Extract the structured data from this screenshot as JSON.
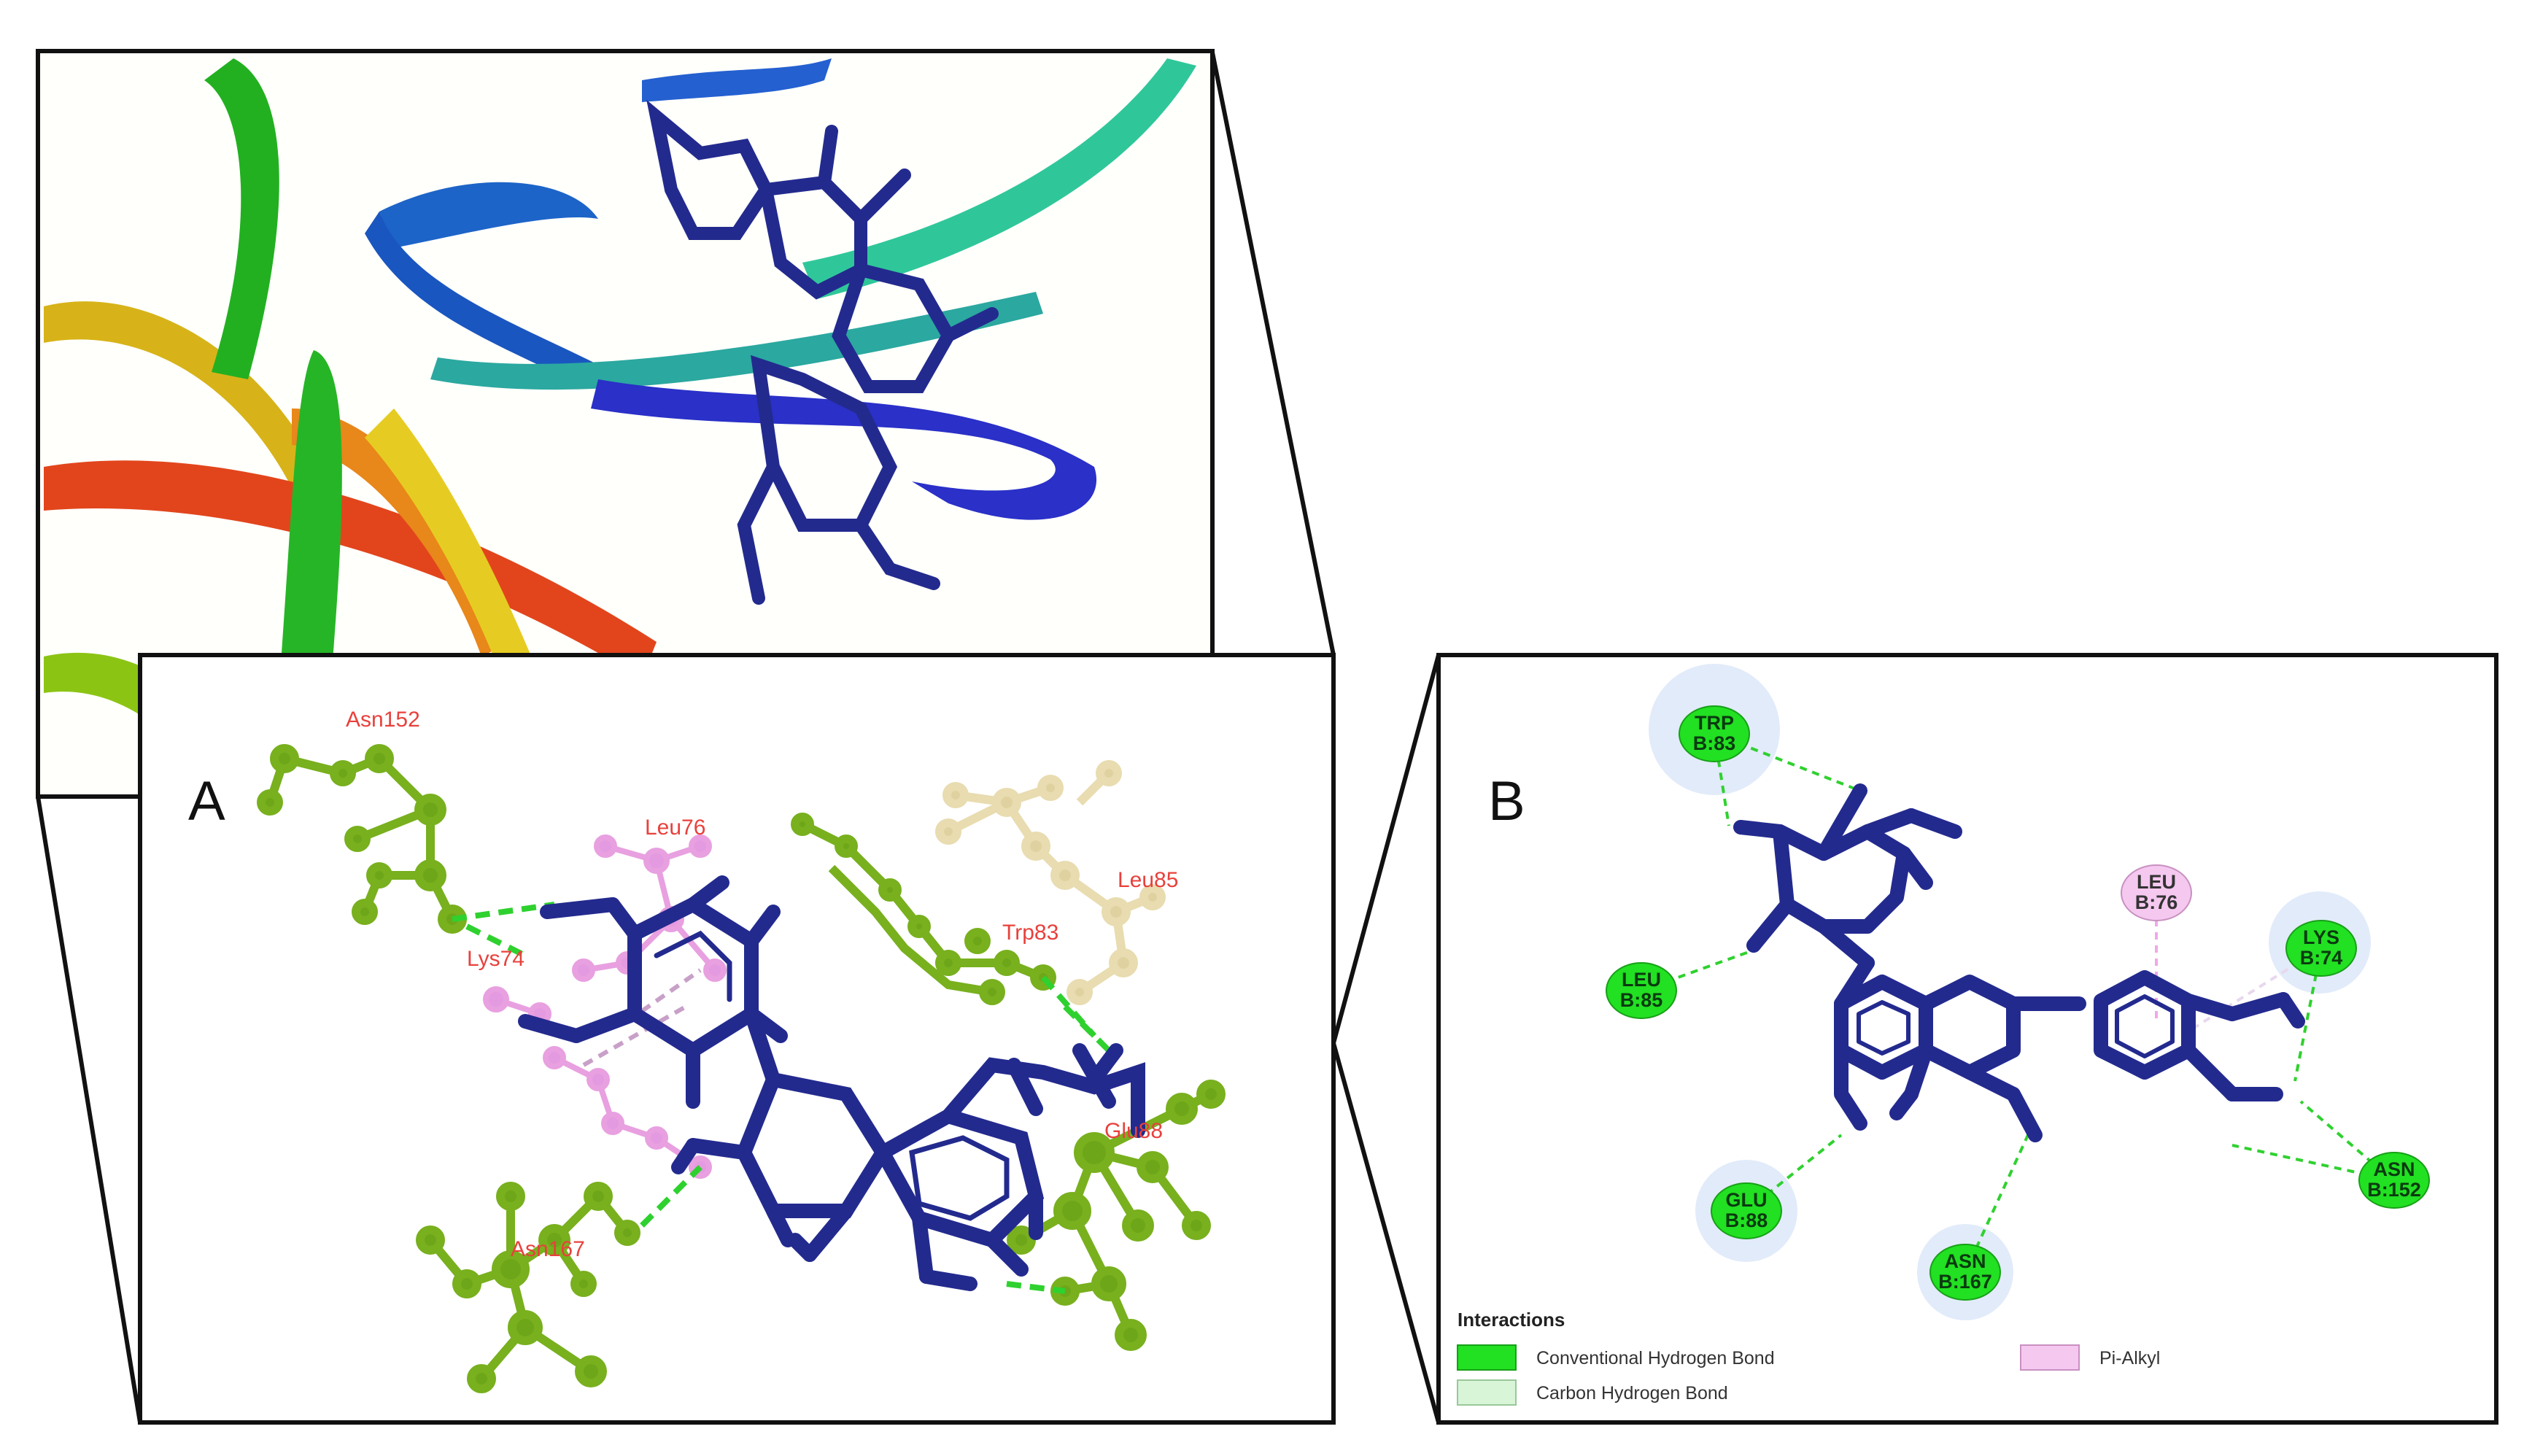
{
  "panels": {
    "a_label": "A",
    "b_label": "B"
  },
  "panel_a": {
    "residues": [
      "Asn152",
      "Leu76",
      "Leu85",
      "Trp83",
      "Lys74",
      "Glu88",
      "Asn167"
    ]
  },
  "panel_b": {
    "nodes": [
      {
        "name": "TRP",
        "id": "B:83",
        "type": "conventional"
      },
      {
        "name": "LEU",
        "id": "B:85",
        "type": "conventional"
      },
      {
        "name": "GLU",
        "id": "B:88",
        "type": "conventional"
      },
      {
        "name": "ASN",
        "id": "B:167",
        "type": "conventional"
      },
      {
        "name": "ASN",
        "id": "B:152",
        "type": "conventional"
      },
      {
        "name": "LYS",
        "id": "B:74",
        "type": "conventional"
      },
      {
        "name": "LEU",
        "id": "B:76",
        "type": "pi-alkyl"
      }
    ],
    "legend": {
      "title": "Interactions",
      "items": [
        {
          "label": "Conventional Hydrogen Bond",
          "color": "#22e022"
        },
        {
          "label": "Carbon Hydrogen Bond",
          "color": "#d8f5d8"
        },
        {
          "label": "Pi-Alkyl",
          "color": "#f5c8f0"
        }
      ]
    }
  },
  "colors": {
    "ligand": "#232a8e",
    "hbond": "#2fd12f",
    "pi_alkyl": "#f0a8e8",
    "residue_green": "#78b01e",
    "residue_pink": "#e8a0e0",
    "residue_tan": "#e8dcb0"
  }
}
